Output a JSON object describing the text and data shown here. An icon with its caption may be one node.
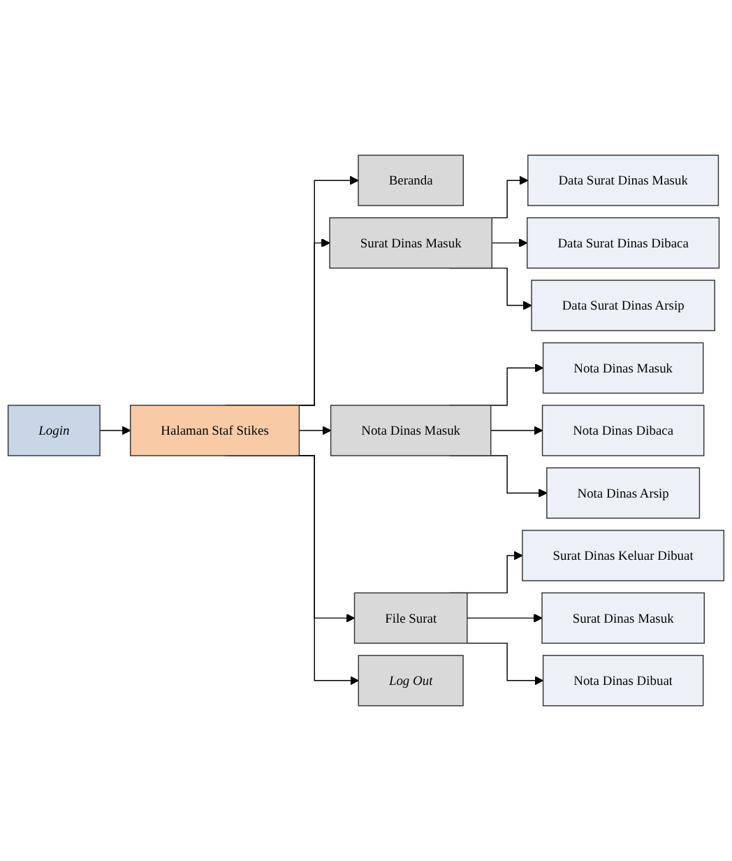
{
  "diagram": {
    "nodes": [
      {
        "text": [
          "Login"
        ]
      },
      {
        "text": [
          "Halaman Staf Stikes"
        ]
      },
      {
        "text": [
          "Beranda"
        ]
      },
      {
        "text": [
          "Surat Dinas Masuk"
        ]
      },
      {
        "text": [
          "Data Surat Dinas Masuk"
        ]
      },
      {
        "text": [
          "Data Surat Dinas Dibaca"
        ]
      },
      {
        "text": [
          "Data Surat Dinas Arsip"
        ]
      },
      {
        "text": [
          "Nota Dinas Masuk"
        ]
      },
      {
        "text": [
          "Nota Dinas Masuk"
        ]
      },
      {
        "text": [
          "Nota Dinas Dibaca"
        ]
      },
      {
        "text": [
          "Nota Dinas Arsip"
        ]
      },
      {
        "text": [
          "File Surat"
        ]
      },
      {
        "text": [
          "Surat Dinas Keluar Dibuat"
        ]
      },
      {
        "text": [
          "Surat Dinas Masuk"
        ]
      },
      {
        "text": [
          "Nota Dinas Dibuat"
        ]
      },
      {
        "text": [
          "Log Out"
        ]
      }
    ],
    "edges": [
      {
        "from": 0,
        "to": 1,
        "arrow": "to"
      },
      {
        "from": 1,
        "to": 2,
        "arrow": "to"
      },
      {
        "from": 1,
        "to": 3,
        "arrow": "to"
      },
      {
        "from": 1,
        "to": 7,
        "arrow": "to"
      },
      {
        "from": 1,
        "to": 11,
        "arrow": "to"
      },
      {
        "from": 1,
        "to": 15,
        "arrow": "to"
      },
      {
        "from": 3,
        "to": 4,
        "arrow": "to"
      },
      {
        "from": 3,
        "to": 5,
        "arrow": "to"
      },
      {
        "from": 3,
        "to": 6,
        "arrow": "to"
      },
      {
        "from": 7,
        "to": 8,
        "arrow": "to"
      },
      {
        "from": 7,
        "to": 9,
        "arrow": "to"
      },
      {
        "from": 7,
        "to": 10,
        "arrow": "to"
      },
      {
        "from": 11,
        "to": 12,
        "arrow": "to"
      },
      {
        "from": 11,
        "to": 13,
        "arrow": "to"
      },
      {
        "from": 11,
        "to": 14,
        "arrow": "to"
      }
    ]
  }
}
